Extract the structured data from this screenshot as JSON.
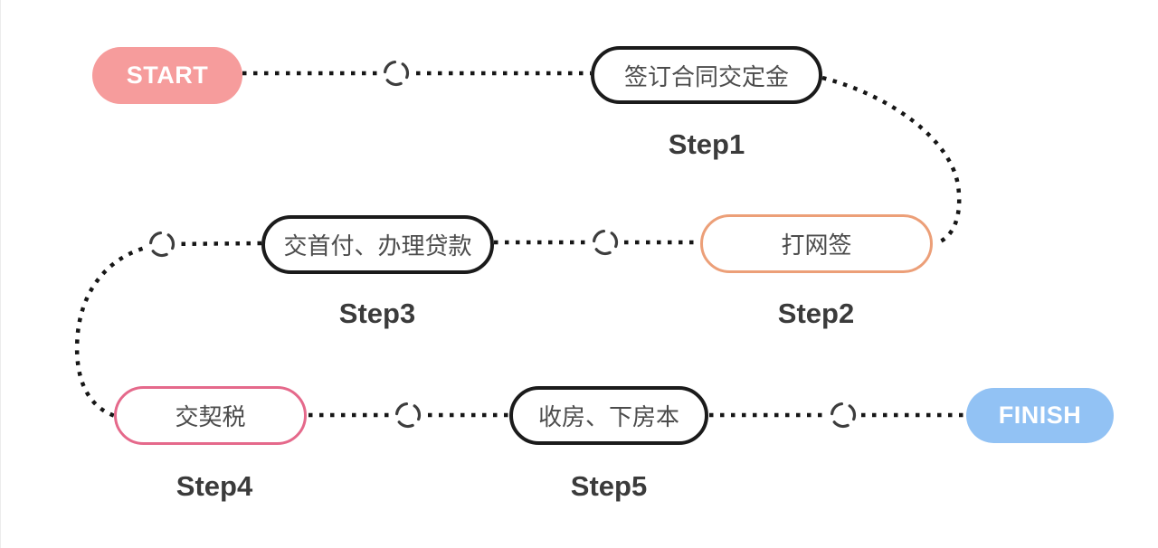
{
  "diagram": {
    "background": "#FFFFFF",
    "line_color": "#161616",
    "connector_style": "dotted",
    "connector_icon": "sync-circle-icon",
    "nodes": {
      "start": {
        "label": "START",
        "fill_color": "#F69C9C",
        "text_color": "#FFFFFF"
      },
      "finish": {
        "label": "FINISH",
        "fill_color": "#92C2F4",
        "text_color": "#FFFFFF"
      },
      "steps": [
        {
          "name": "Step1",
          "text": "签订合同交定金",
          "border_color": "#1B1B1B"
        },
        {
          "name": "Step2",
          "text": "打网签",
          "border_color": "#EC9F78"
        },
        {
          "name": "Step3",
          "text": "交首付、办理贷款",
          "border_color": "#1B1B1B"
        },
        {
          "name": "Step4",
          "text": "交契税",
          "border_color": "#E5698B"
        },
        {
          "name": "Step5",
          "text": "收房、下房本",
          "border_color": "#1B1B1B"
        }
      ]
    },
    "flow_order": [
      "START",
      "Step1",
      "Step2",
      "Step3",
      "Step4",
      "Step5",
      "FINISH"
    ]
  }
}
